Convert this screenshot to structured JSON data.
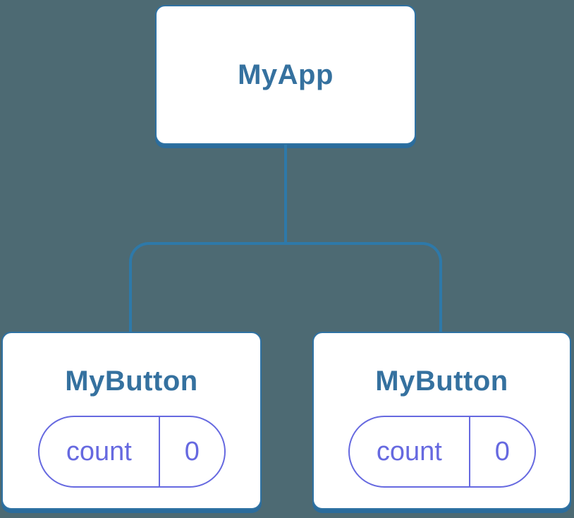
{
  "diagram": {
    "kind": "react-component-tree",
    "background_color": "#4D6A73",
    "palette": {
      "node_fill": "#FFFFFF",
      "node_border_blue": "#2F72A3",
      "node_shadow_blue": "#2B6C9C",
      "connector_blue": "#2E79A9",
      "title_text_blue": "#35719F",
      "state_purple": "#6669E0"
    },
    "tree": {
      "root": {
        "label": "MyApp"
      },
      "children": [
        {
          "label": "MyButton",
          "state": {
            "key": "count",
            "value": "0"
          }
        },
        {
          "label": "MyButton",
          "state": {
            "key": "count",
            "value": "0"
          }
        }
      ]
    }
  }
}
